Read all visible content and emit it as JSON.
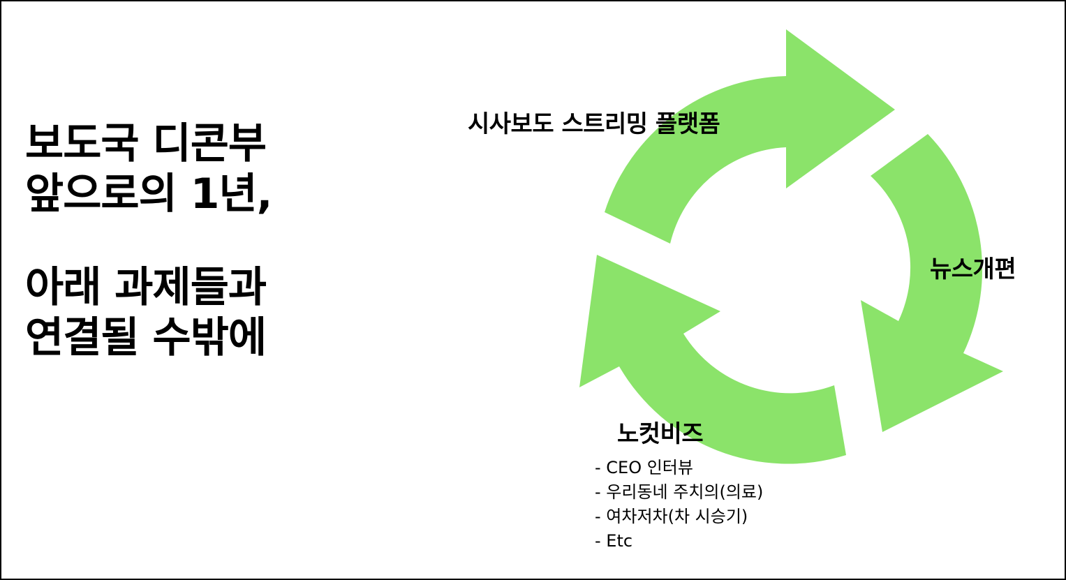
{
  "headline": {
    "lines_a": [
      "보도국 디콘부",
      "앞으로의 1년,"
    ],
    "lines_b": [
      "아래 과제들과",
      "연결될 수밖에"
    ]
  },
  "diagram": {
    "arrow_color": "#8be36a",
    "stages": [
      {
        "label": "시사보도 스트리밍 플랫폼"
      },
      {
        "label": "뉴스개편"
      },
      {
        "label": "노컷비즈",
        "items": [
          "- CEO 인터뷰",
          "- 우리동네 주치의(의료)",
          "- 여차저차(차 시승기)",
          "- Etc"
        ]
      }
    ]
  }
}
